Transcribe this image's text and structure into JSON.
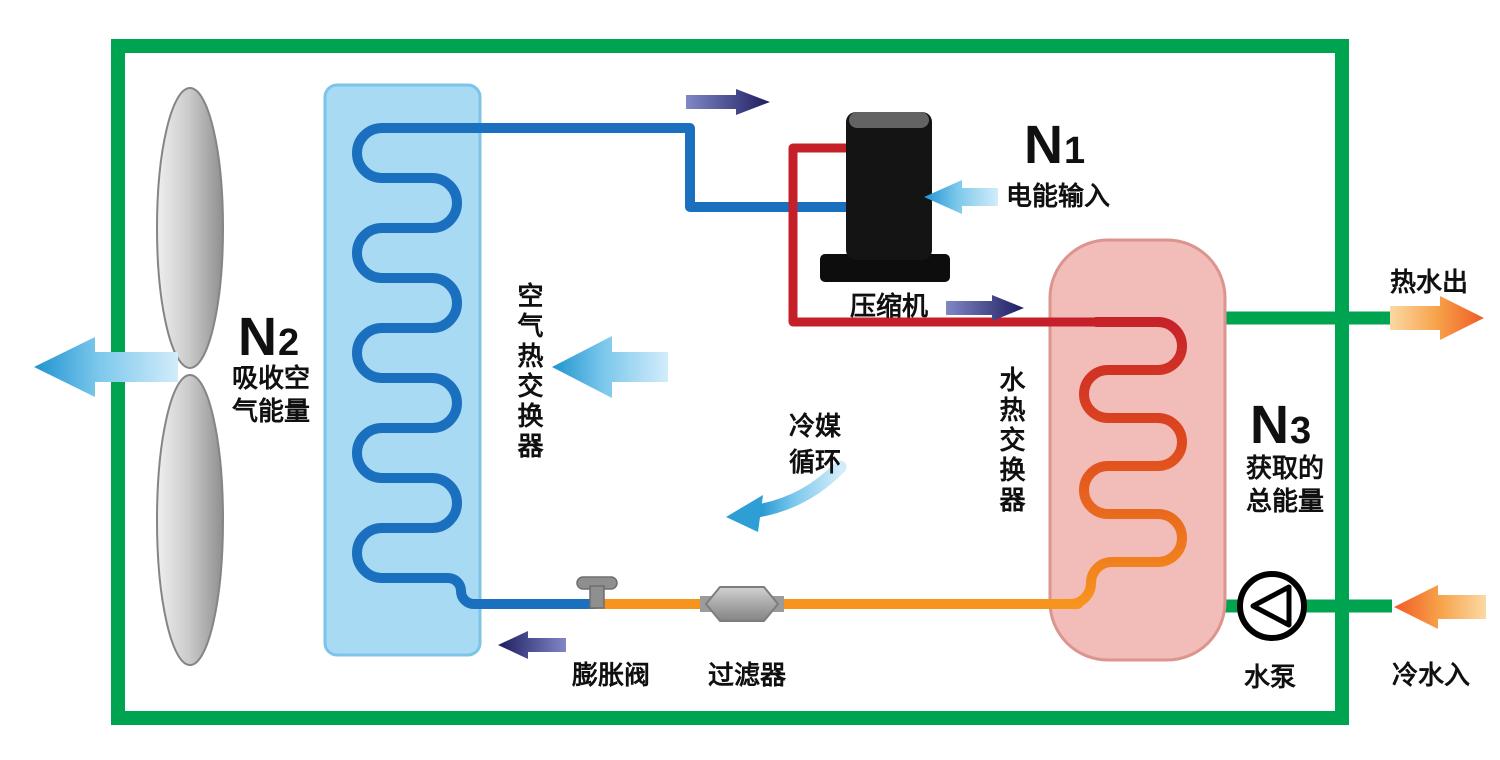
{
  "labels": {
    "n1": {
      "name": "N",
      "sub": "1",
      "desc": "电能输入"
    },
    "n2": {
      "name": "N",
      "sub": "2",
      "desc_line1": "吸收空",
      "desc_line2": "气能量"
    },
    "n3": {
      "name": "N",
      "sub": "3",
      "desc_line1": "获取的",
      "desc_line2": "总能量"
    },
    "compressor": "压缩机",
    "air_heat_exchanger": "空气热交换器",
    "water_heat_exchanger": "水热交换器",
    "refrigerant_line1": "冷媒",
    "refrigerant_line2": "循环",
    "expansion_valve": "膨胀阀",
    "filter": "过滤器",
    "water_pump": "水泵",
    "hot_water_out": "热水出",
    "cold_water_in": "冷水入"
  },
  "colors": {
    "water_loop_green": "#00a350",
    "refrigerant_blue": "#1a6fbe",
    "discharge_red": "#c5202a",
    "liquid_orange": "#f7941d",
    "evaporator_fill": "#a8daf3",
    "condenser_fill": "#f2bcb8"
  }
}
